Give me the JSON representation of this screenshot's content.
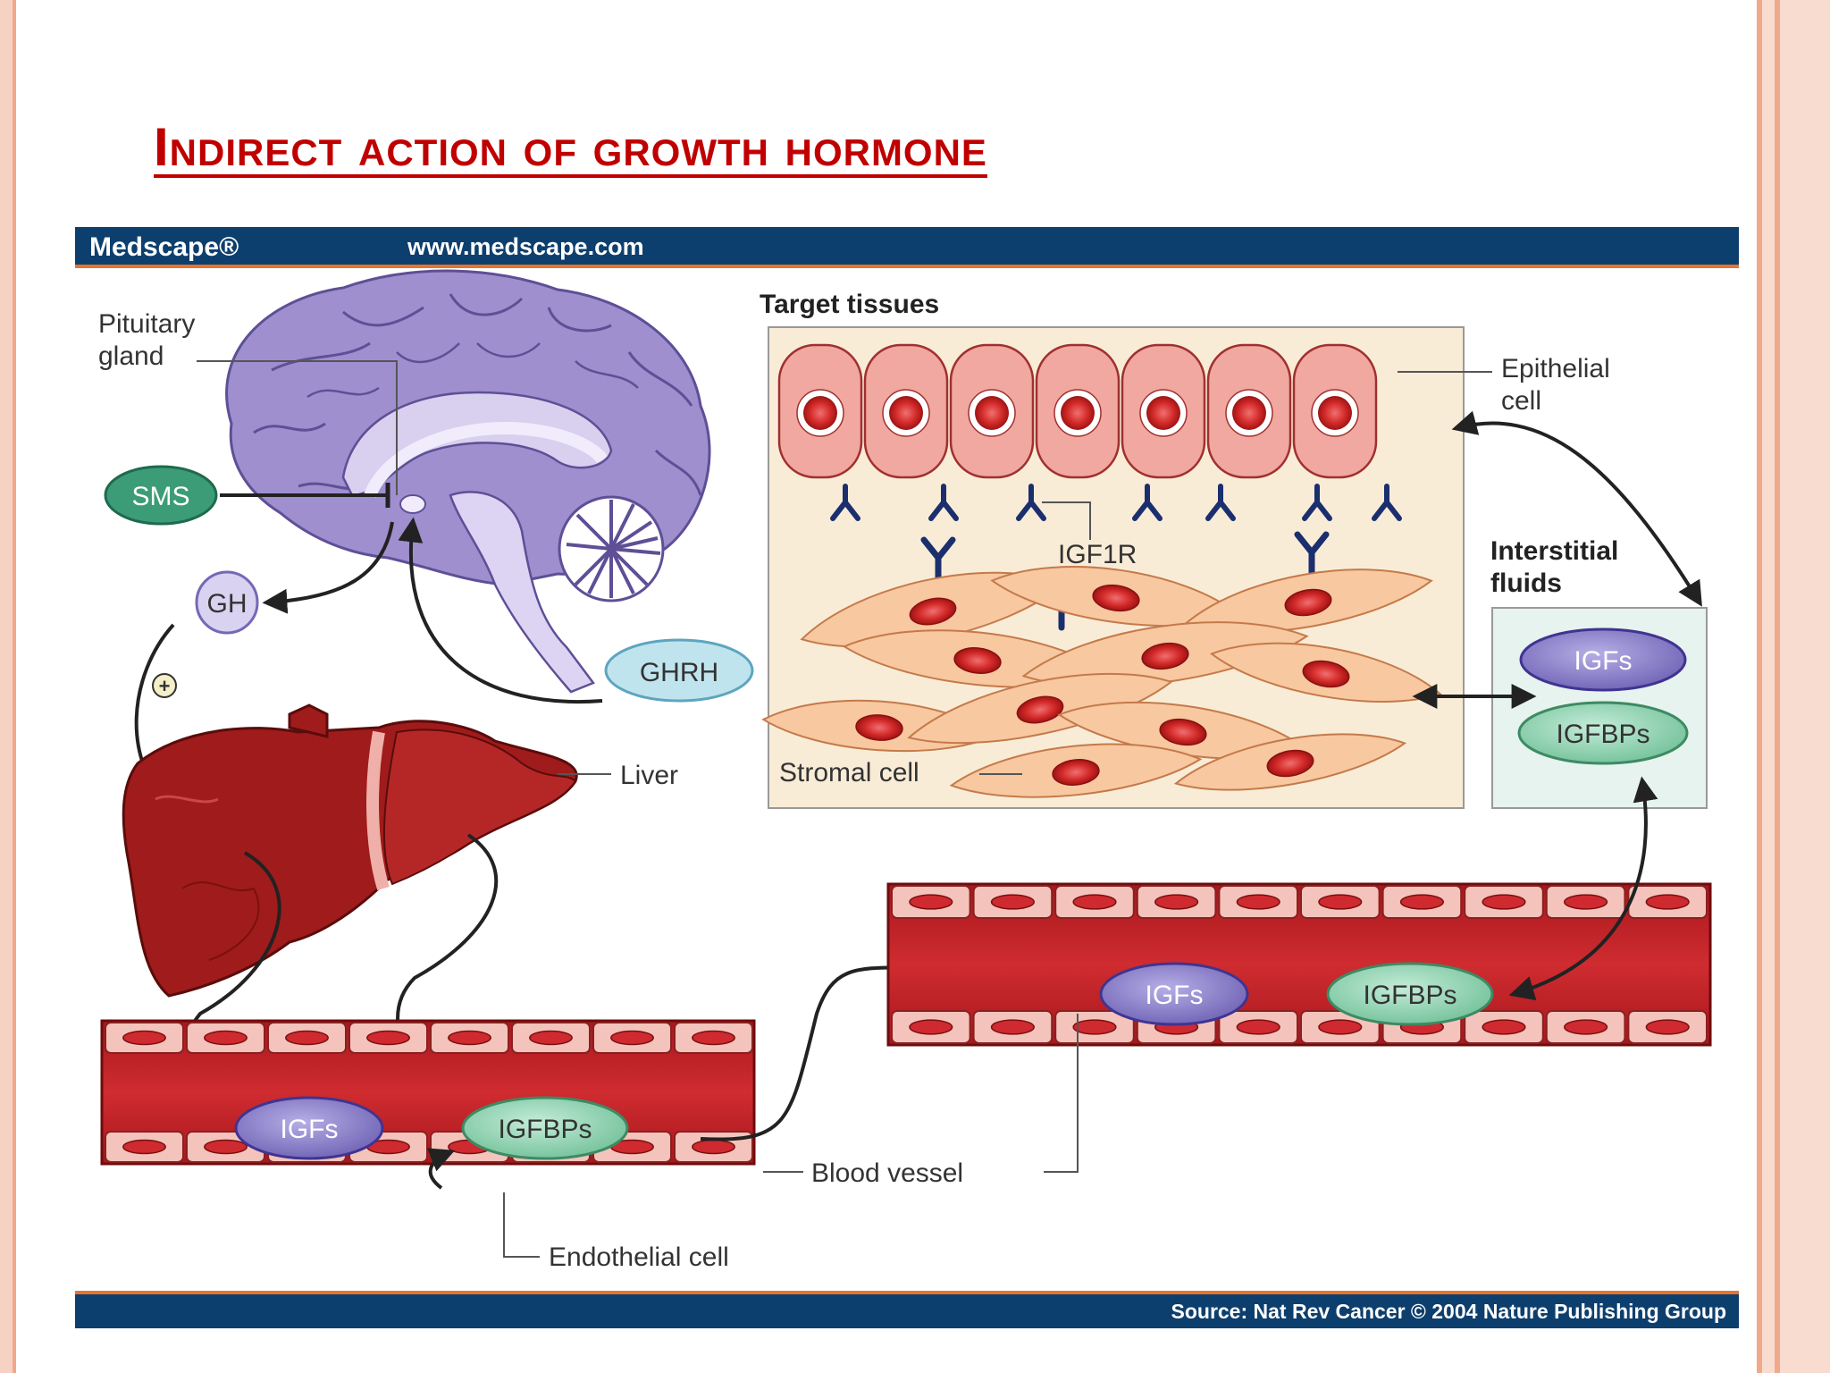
{
  "slide": {
    "title": "Indirect action of growth hormone"
  },
  "figure": {
    "brand": "Medscape®",
    "url": "www.medscape.com",
    "source": "Source: Nat Rev Cancer © 2004 Nature Publishing Group",
    "labels": {
      "pituitary_gland": [
        "Pituitary",
        "gland"
      ],
      "sms": "SMS",
      "gh": "GH",
      "plus": "+",
      "ghrh": "GHRH",
      "liver": "Liver",
      "target_tissues": "Target tissues",
      "epithelial_cell": [
        "Epithelial",
        "cell"
      ],
      "igf1r": "IGF1R",
      "stromal_cell": "Stromal cell",
      "interstitial_fluids": [
        "Interstitial",
        "fluids"
      ],
      "igfs": "IGFs",
      "igfbps": "IGFBPs",
      "blood_vessel": "Blood vessel",
      "endothelial_cell": "Endothelial cell"
    }
  },
  "colors": {
    "title_red": "#c00000",
    "banner_navy": "#0d3f6e",
    "banner_orange": "#e8742c",
    "brain_purple": "#9f8fcf",
    "liver_red": "#a01b1b",
    "vessel_red": "#c9262c",
    "cell_pink": "#f0a8a0",
    "stroma_tan": "#f8c8a0",
    "igf_purple": "#8f84cc",
    "igfbp_green": "#92d4b4",
    "sms_green": "#3c9c78",
    "ghrh_blue": "#bfe4ee",
    "receptor_navy": "#1b2f6e"
  }
}
